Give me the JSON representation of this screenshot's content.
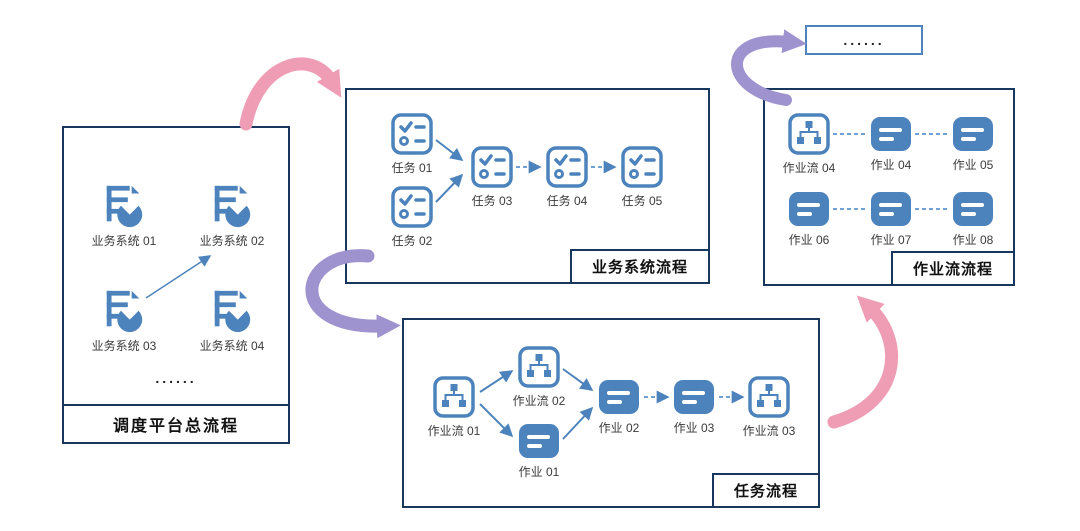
{
  "colors": {
    "icon_blue": "#4d83bc",
    "box_border": "#17375e",
    "pink_arrow": "#ee9db4",
    "purple_arrow": "#9f93cf",
    "connector_blue": "#6fa0d6",
    "label_text": "#3a3a3a"
  },
  "ellipsis_box": {
    "label": "......"
  },
  "left_box": {
    "title": "调度平台总流程",
    "items": [
      {
        "label": "业务系统 01"
      },
      {
        "label": "业务系统 02"
      },
      {
        "label": "业务系统 03"
      },
      {
        "label": "业务系统 04"
      }
    ],
    "ellipsis": "......"
  },
  "top_box": {
    "title": "业务系统流程",
    "items": [
      {
        "label": "任务 01"
      },
      {
        "label": "任务 02"
      },
      {
        "label": "任务 03"
      },
      {
        "label": "任务 04"
      },
      {
        "label": "任务 05"
      }
    ]
  },
  "bottom_box": {
    "title": "任务流程",
    "items": [
      {
        "label": "作业流 01"
      },
      {
        "label": "作业流 02"
      },
      {
        "label": "作业 01"
      },
      {
        "label": "作业 02"
      },
      {
        "label": "作业 03"
      },
      {
        "label": "作业流 03"
      }
    ]
  },
  "right_box": {
    "title": "作业流流程",
    "items": [
      {
        "label": "作业流 04"
      },
      {
        "label": "作业 04"
      },
      {
        "label": "作业 05"
      },
      {
        "label": "作业 06"
      },
      {
        "label": "作业 07"
      },
      {
        "label": "作业 08"
      }
    ]
  }
}
